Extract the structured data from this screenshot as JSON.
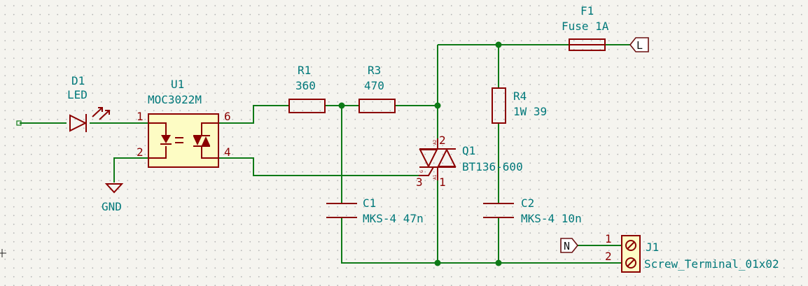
{
  "components": {
    "d1": {
      "ref": "D1",
      "value": "LED"
    },
    "u1": {
      "ref": "U1",
      "value": "MOC3022M",
      "pins": [
        "1",
        "2",
        "6",
        "4"
      ]
    },
    "r1": {
      "ref": "R1",
      "value": "360"
    },
    "r3": {
      "ref": "R3",
      "value": "470"
    },
    "r4": {
      "ref": "R4",
      "value": "1W 39"
    },
    "q1": {
      "ref": "Q1",
      "value": "BT136-600",
      "pins": [
        "2",
        "3",
        "1"
      ],
      "pin_tags": [
        "A2",
        "G",
        "A1"
      ]
    },
    "c1": {
      "ref": "C1",
      "value": "MKS-4 47n"
    },
    "c2": {
      "ref": "C2",
      "value": "MKS-4 10n"
    },
    "f1": {
      "ref": "F1",
      "value": "Fuse 1A"
    },
    "j1": {
      "ref": "J1",
      "value": "Screw_Terminal_01x02",
      "pins": [
        "1",
        "2"
      ]
    }
  },
  "power": {
    "gnd": "GND"
  },
  "labels": {
    "line": "L",
    "neutral": "N"
  },
  "colors": {
    "wire": "#0e7a17",
    "component_body": "#8b0000",
    "component_fill": "#fdfcc4",
    "reference_text": "#00787a",
    "background": "#f5f4ef"
  }
}
